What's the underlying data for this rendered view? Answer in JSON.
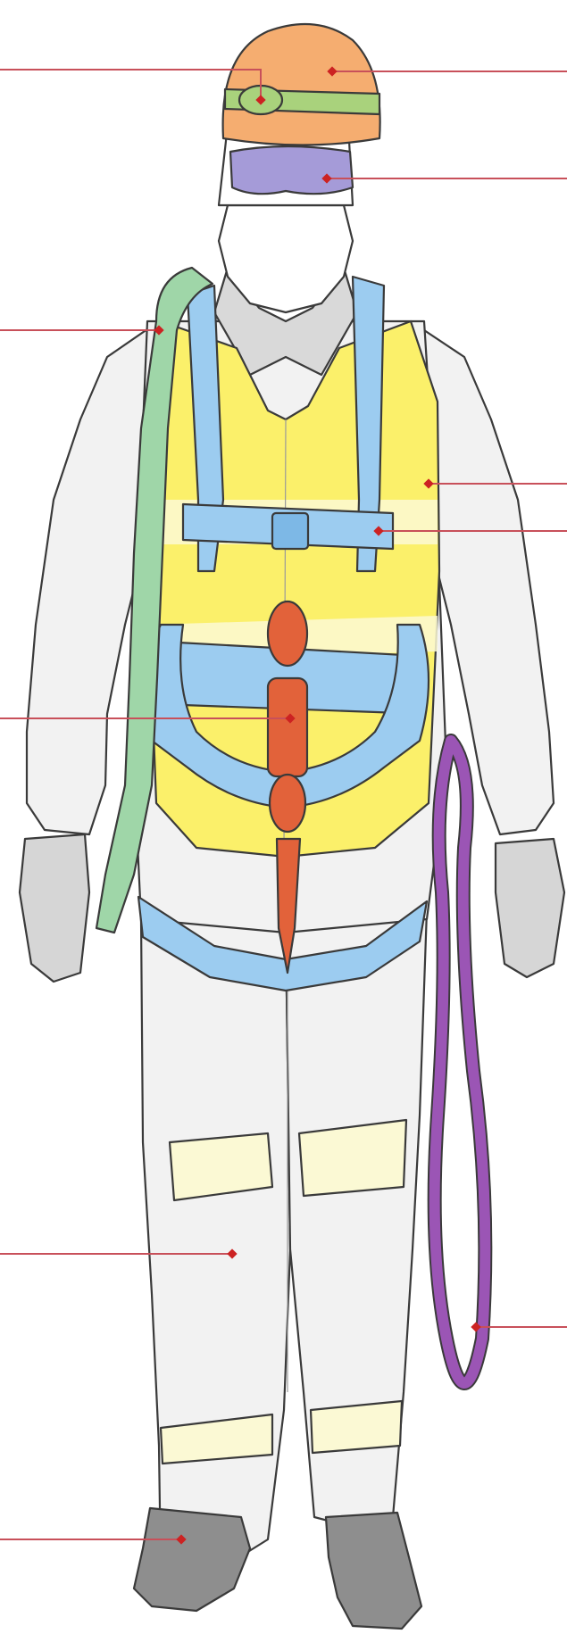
{
  "figure": {
    "description_visible_text": "",
    "colors": {
      "outline": "#3a3a3a",
      "leader_line": "#c8505a",
      "leader_dot": "#cc2222",
      "helmet": "#f5ad70",
      "headlamp": "#a9d27c",
      "goggles": "#a59bd8",
      "lanyard": "#9fd6a8",
      "vest": "#fbf06a",
      "vest_stripe": "#fbf9d4",
      "harness": "#9cccf0",
      "absorber": "#e2623a",
      "rope": "#9b55b5",
      "suit": "#f2f2f2",
      "boots": "#8e8e8e",
      "gloves": "#d6d6d6"
    },
    "callouts": [
      {
        "id": "headlamp",
        "side": "left"
      },
      {
        "id": "helmet",
        "side": "right"
      },
      {
        "id": "goggles",
        "side": "right"
      },
      {
        "id": "shock-lanyard",
        "side": "left"
      },
      {
        "id": "hi-vis-vest",
        "side": "right"
      },
      {
        "id": "harness",
        "side": "right"
      },
      {
        "id": "energy-absorber",
        "side": "left"
      },
      {
        "id": "coveralls",
        "side": "left"
      },
      {
        "id": "rope",
        "side": "right"
      },
      {
        "id": "boots",
        "side": "left"
      }
    ]
  }
}
